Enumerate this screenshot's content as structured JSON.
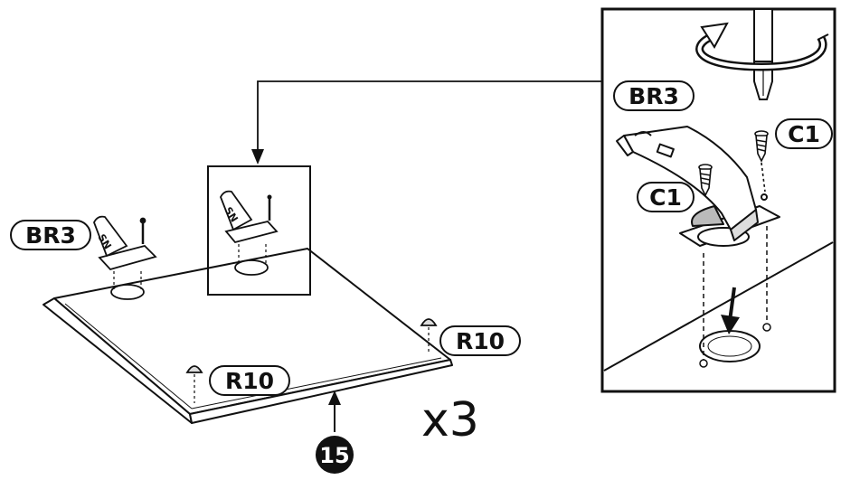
{
  "labels": {
    "hinge_main": "BR3",
    "hinge_detail": "BR3",
    "screw_detail_top": "C1",
    "screw_detail_side": "C1",
    "pin_right": "R10",
    "pin_front": "R10"
  },
  "multiplier": "x3",
  "step_number": "15"
}
